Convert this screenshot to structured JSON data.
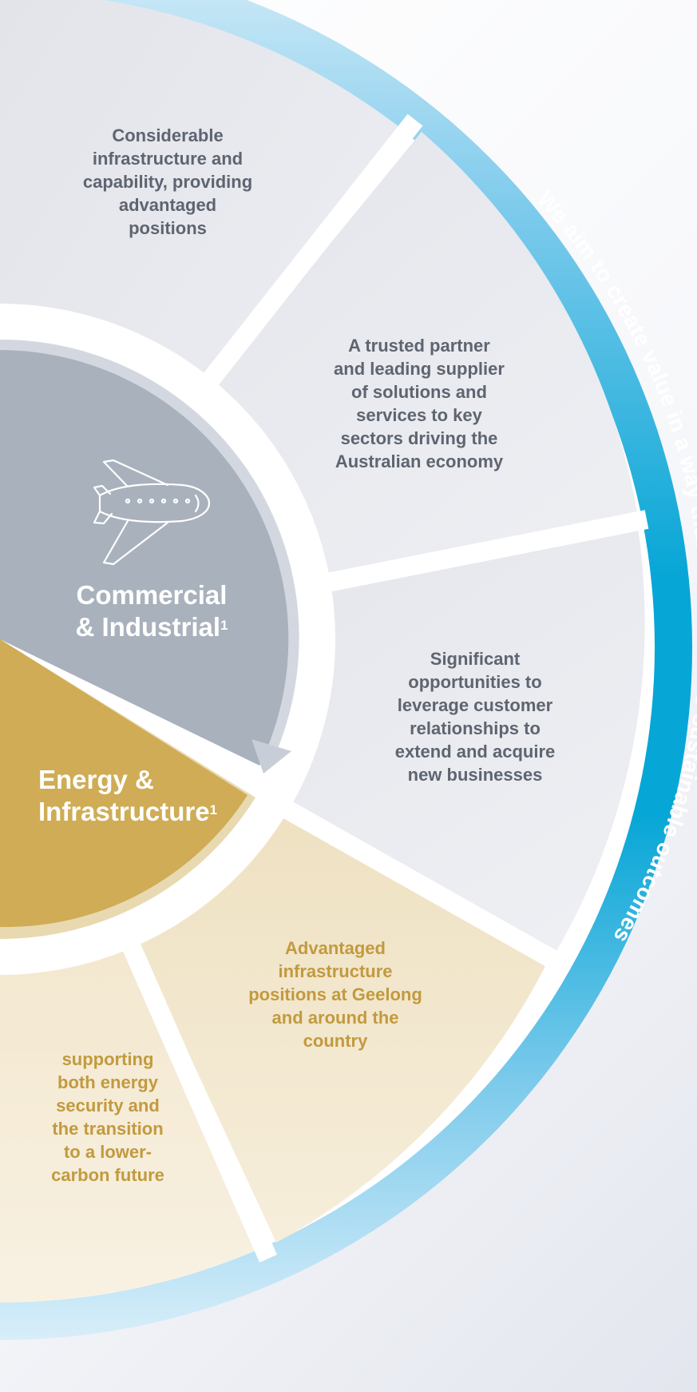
{
  "ring_text": "We aim to create value in a way that contributes to sustainable outcomes",
  "commercial_industrial": {
    "title_lines": [
      "Commercial",
      "& Industrial"
    ],
    "footnote": "1",
    "icon": "airplane-icon"
  },
  "energy_infrastructure": {
    "title_lines": [
      "Energy &",
      "Infrastructure"
    ],
    "footnote": "1"
  },
  "segments": [
    {
      "lines": [
        "Considerable",
        "infrastructure and",
        "capability, providing",
        "advantaged",
        "positions"
      ]
    },
    {
      "lines": [
        "A trusted partner",
        "and leading supplier",
        "of solutions and",
        "services to key",
        "sectors driving the",
        "Australian economy"
      ]
    },
    {
      "lines": [
        "Significant",
        "opportunities to",
        "leverage customer",
        "relationships to",
        "extend and acquire",
        "new businesses"
      ]
    },
    {
      "lines": [
        "Advantaged",
        "infrastructure",
        "positions at Geelong",
        "and around the",
        "country"
      ]
    },
    {
      "lines": [
        "supporting",
        "both energy",
        "security and",
        "the transition",
        "to a lower-",
        "carbon future"
      ]
    }
  ],
  "colors": {
    "ring_blue": "#0aa7d6",
    "gray_segment": "#e4e6ec",
    "gold_segment": "#efe1c2",
    "commercial_hub": "#a9b1bc",
    "energy_hub": "#cfac55",
    "gray_text": "#5e6570",
    "gold_text": "#c29a3e"
  }
}
